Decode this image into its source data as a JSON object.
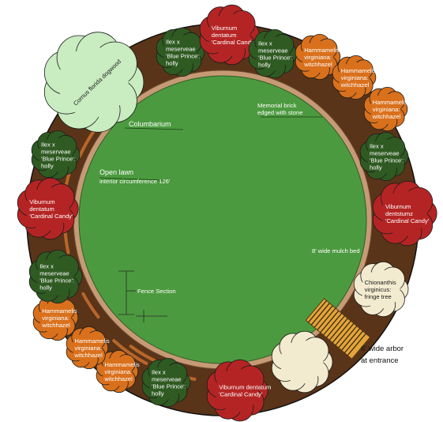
{
  "colors": {
    "mulch": "#5a3418",
    "path_ring": "#c79a76",
    "lawn": "#4c9a3f",
    "holly": "#2f5a22",
    "viburnum": "#b52424",
    "witchhazel": "#d9701c",
    "dogwood": "#c9ecc1",
    "fringe_tree": "#f3ebcf",
    "arbor": "#e3a43a"
  },
  "labels": {
    "dogwood": "Cornus florida dogwood",
    "columbarium": "Columbarium",
    "open_lawn": "Open lawn",
    "lawn_note": "interior circumference 126'",
    "memorial_line1": "Memorial brick",
    "memorial_line2": "edged with stone",
    "fence": "Fence Section",
    "mulch_bed": "8' wide mulch bed",
    "arbor_line1": "6' wide arbor",
    "arbor_line2": "at entrance"
  },
  "plants": [
    {
      "icon": "holly-shrub-icon",
      "lines": [
        "Ilex x",
        "meserveae",
        "'Blue Prince':",
        "holly"
      ]
    },
    {
      "icon": "viburnum-shrub-icon",
      "lines": [
        "Viburnum",
        "dentatum",
        "'Cardinal Candy'"
      ]
    },
    {
      "icon": "holly-shrub-icon",
      "lines": [
        "Ilex x",
        "meserveae",
        "'Blue Prince':",
        "holly"
      ]
    },
    {
      "icon": "witchhazel-shrub-icon",
      "lines": [
        "Hammamelis",
        "virginiana:",
        "witchhazel"
      ]
    },
    {
      "icon": "witchhazel-shrub-icon",
      "lines": [
        "Hammamelis",
        "virginiana:",
        "witchhazel"
      ]
    },
    {
      "icon": "witchhazel-shrub-icon",
      "lines": [
        "Hammamelis",
        "virginiana:",
        "witchhazel"
      ]
    },
    {
      "icon": "holly-shrub-icon",
      "lines": [
        "Ilex x",
        "meserveae",
        "'Blue Prince':",
        "holly"
      ]
    },
    {
      "icon": "viburnum-shrub-icon",
      "lines": [
        "Viburnum",
        "dentstumz",
        "'Cardinal Candy'"
      ]
    },
    {
      "icon": "fringe-tree-icon",
      "lines": [
        "Chionanthis",
        "virginicus:",
        "fringe tree"
      ]
    },
    {
      "icon": "fringe-tree-icon",
      "lines": []
    },
    {
      "icon": "viburnum-shrub-icon",
      "lines": [
        "Viburnum dentatum",
        "'Cardinal Candy'"
      ]
    },
    {
      "icon": "holly-shrub-icon",
      "lines": [
        "Ilex x",
        "meserveae",
        "'Blue Prince':",
        "holly"
      ]
    },
    {
      "icon": "witchhazel-shrub-icon",
      "lines": [
        "Hammamelis",
        "virginiana:",
        "witchhazel"
      ]
    },
    {
      "icon": "witchhazel-shrub-icon",
      "lines": [
        "Hammamelis",
        "virginiana:",
        "witchhazel"
      ]
    },
    {
      "icon": "witchhazel-shrub-icon",
      "lines": [
        "Hammamelis",
        "virginiana:",
        "witchhazel"
      ]
    },
    {
      "icon": "holly-shrub-icon",
      "lines": [
        "Ilex x",
        "meserveae",
        "'Blue Prince':",
        "holly"
      ]
    },
    {
      "icon": "viburnum-shrub-icon",
      "lines": [
        "Viburnum",
        "dentatum",
        "'Cardinal Candy'"
      ]
    },
    {
      "icon": "holly-shrub-icon",
      "lines": [
        "Ilex x",
        "meserveae",
        "'Blue Prince':",
        "holly"
      ]
    },
    {
      "icon": "dogwood-tree-icon",
      "lines": []
    }
  ]
}
